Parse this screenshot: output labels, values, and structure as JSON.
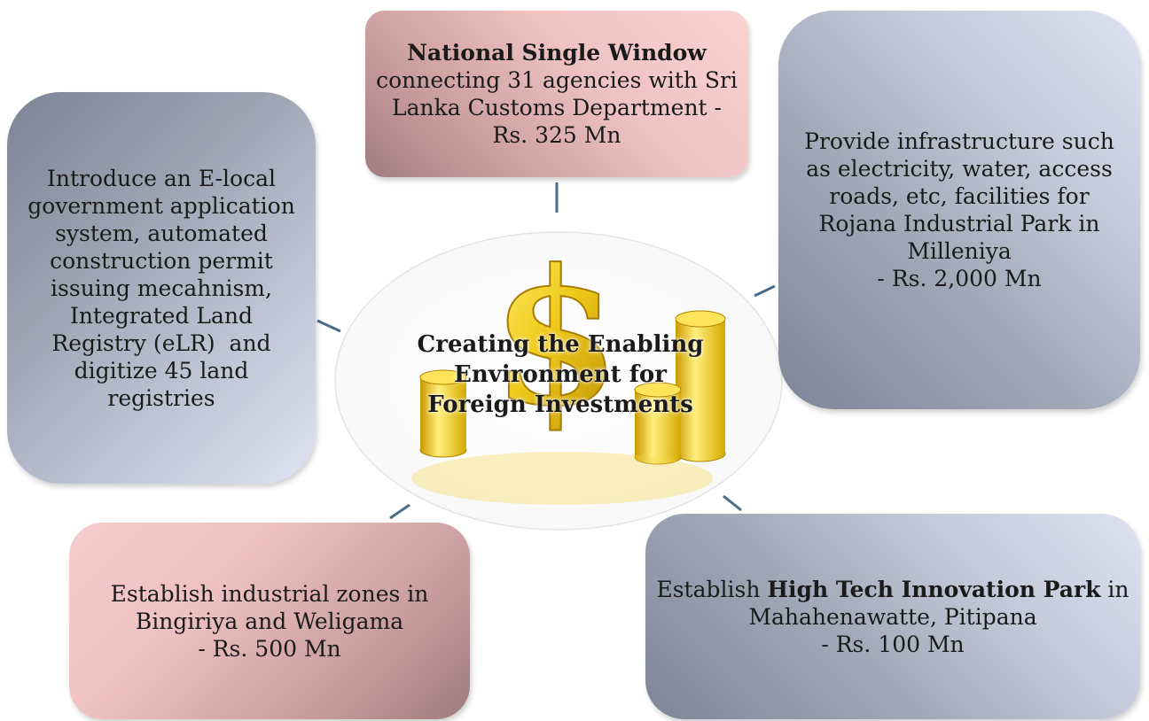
{
  "center": {
    "line1": "Creating the Enabling",
    "line2": "Environment for",
    "line3": "Foreign Investments",
    "icon": "dollar-coins-icon"
  },
  "top_box": {
    "title": "National Single Window",
    "line1": "connecting 31 agencies with Sri",
    "line2": "Lanka Customs Department -",
    "line3": "Rs. 325 Mn"
  },
  "left_box": {
    "lines": [
      "Introduce an E-local",
      "government application",
      "system, automated",
      "construction permit",
      "issuing mecahnism,",
      "Integrated Land",
      "Registry (eLR)  and",
      "digitize 45 land",
      "registries"
    ]
  },
  "right_box": {
    "lines": [
      "Provide infrastructure such",
      "as electricity, water, access",
      "roads, etc, facilities for",
      "Rojana Industrial Park in",
      "Milleniya",
      "- Rs. 2,000 Mn"
    ]
  },
  "bottom_left_box": {
    "lines": [
      "Establish industrial zones in",
      "Bingiriya and Weligama",
      "- Rs. 500 Mn"
    ]
  },
  "bottom_right_box": {
    "prefix": "Establish ",
    "bold": "High Tech Innovation Park",
    "suffix": " in",
    "line2": "Mahahenawatte, Pitipana",
    "line3": "- Rs. 100 Mn"
  },
  "colors": {
    "connector": "#4a6d8c",
    "gold": "#e8c21a",
    "gold_dark": "#b88a00",
    "gold_light": "#fff27a"
  }
}
